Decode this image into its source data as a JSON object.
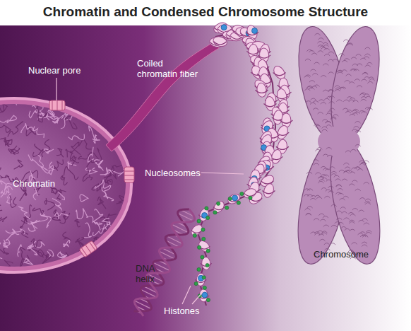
{
  "diagram": {
    "title": "Chromatin and Condensed Chromosome Structure",
    "labels": [
      "Nuclear pore",
      "Chromatin",
      "Coiled chromatin fiber",
      "Nucleosomes",
      "DNA helix",
      "Histones",
      "Chromosome"
    ]
  }
}
